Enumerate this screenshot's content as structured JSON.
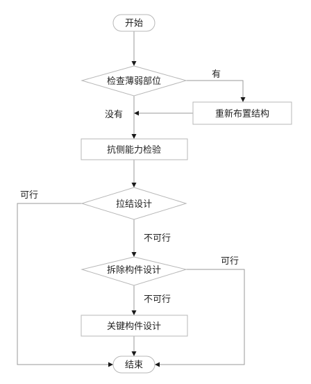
{
  "nodes": {
    "start": "开始",
    "check": "检查薄弱部位",
    "rearrange": "重新布置结构",
    "lateral": "抗侧能力检验",
    "tie": "拉结设计",
    "remove": "拆除构件设计",
    "key": "关键构件设计",
    "end": "结束"
  },
  "edges": {
    "yes": "有",
    "no": "没有",
    "feasible_tie": "可行",
    "infeasible_tie": "不可行",
    "feasible_remove": "可行",
    "infeasible_remove": "不可行"
  }
}
